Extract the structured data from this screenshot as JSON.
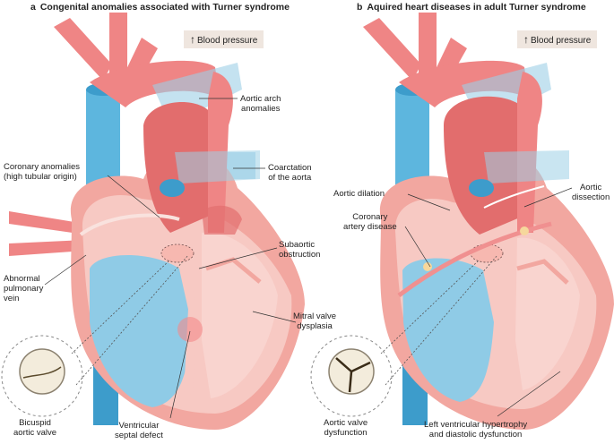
{
  "panels": [
    {
      "letter": "a",
      "title": "Congenital anomalies associated with Turner syndrome",
      "badge": "Blood pressure",
      "labels": {
        "aortic_arch": [
          "Aortic arch",
          "anomalies"
        ],
        "coronary": [
          "Coronary anomalies",
          "(high tubular origin)"
        ],
        "coarctation": [
          "Coarctation",
          "of the aorta"
        ],
        "subaortic": [
          "Subaortic",
          "obstruction"
        ],
        "pulmonary_vein": [
          "Abnormal",
          "pulmonary",
          "vein"
        ],
        "mitral": [
          "Mitral valve",
          "dysplasia"
        ],
        "bicuspid": [
          "Bicuspid",
          "aortic valve"
        ],
        "vsd": [
          "Ventricular",
          "septal defect"
        ]
      }
    },
    {
      "letter": "b",
      "title": "Aquired heart diseases in adult Turner syndrome",
      "badge": "Blood pressure",
      "labels": {
        "dilation": "Aortic dilation",
        "dissection": [
          "Aortic",
          "dissection"
        ],
        "coronary_artery": [
          "Coronary",
          "artery disease"
        ],
        "valve_dysfunction": [
          "Aortic valve",
          "dysfunction"
        ],
        "lv": [
          "Left ventricular hypertrophy",
          "and diastolic dysfunction"
        ]
      }
    }
  ],
  "colors": {
    "artery_red": "#ef8585",
    "artery_dark": "#e26d6d",
    "vein_blue": "#5db6de",
    "pulmonary_blue": "#9ccfe6",
    "chamber_pink": "#f7c9c3",
    "wall_pink": "#f2a7a0",
    "inner_blue": "#8fcbe6",
    "badge_bg": "#efe6df"
  }
}
